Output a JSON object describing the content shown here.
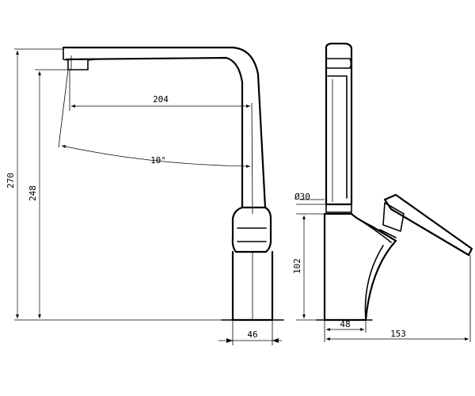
{
  "dimensions": {
    "total_height": "270",
    "spout_height": "248",
    "spout_reach": "204",
    "swivel_angle": "10°",
    "base_width": "46",
    "diameter": "Ø30",
    "base_height": "102",
    "base_depth": "48",
    "handle_reach": "153"
  }
}
